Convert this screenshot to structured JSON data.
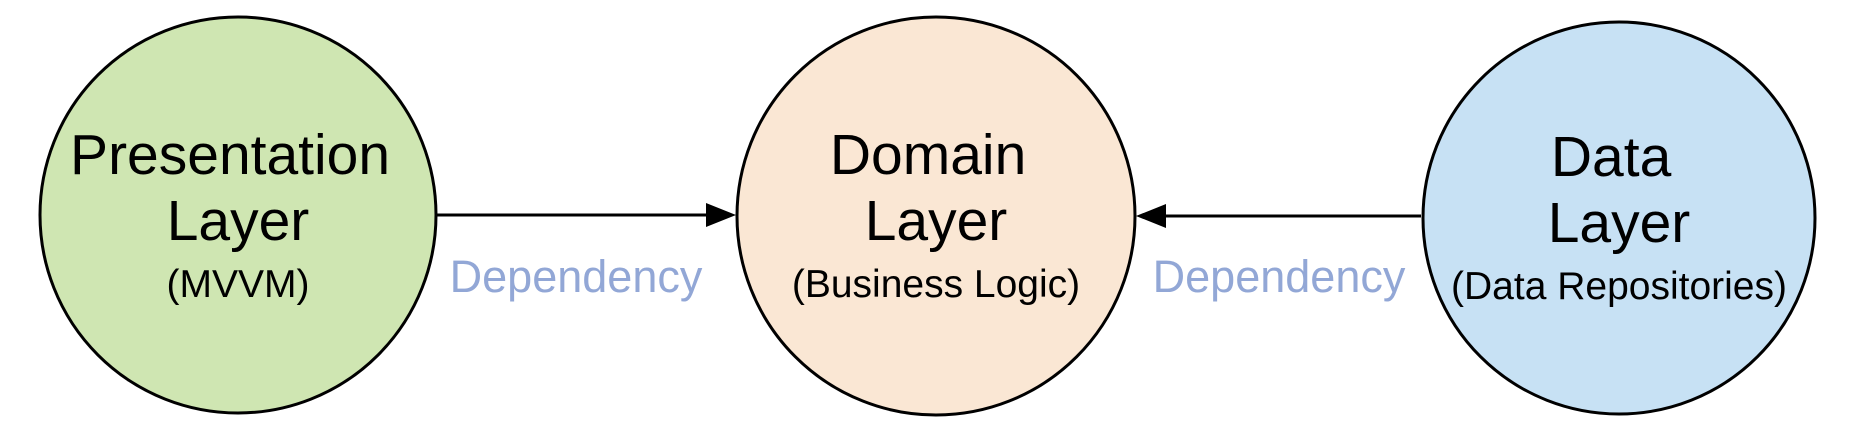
{
  "diagram": {
    "background": "#ffffff",
    "stroke_color": "#000000",
    "edge_label_color": "#92a7d6",
    "nodes": [
      {
        "id": "presentation-layer",
        "lines": [
          "Presentation",
          "Layer"
        ],
        "subtitle": "(MVVM)",
        "fill": "#cfe6b2"
      },
      {
        "id": "domain-layer",
        "lines": [
          "Domain",
          "Layer"
        ],
        "subtitle": "(Business Logic)",
        "fill": "#fae7d4"
      },
      {
        "id": "data-layer",
        "lines": [
          "Data",
          "Layer"
        ],
        "subtitle": "(Data Repositories)",
        "fill": "#c7e1f4"
      }
    ],
    "edges": [
      {
        "label": "Dependency",
        "from": "presentation-layer",
        "to": "domain-layer",
        "direction": "right"
      },
      {
        "label": "Dependency",
        "from": "data-layer",
        "to": "domain-layer",
        "direction": "left"
      }
    ]
  }
}
